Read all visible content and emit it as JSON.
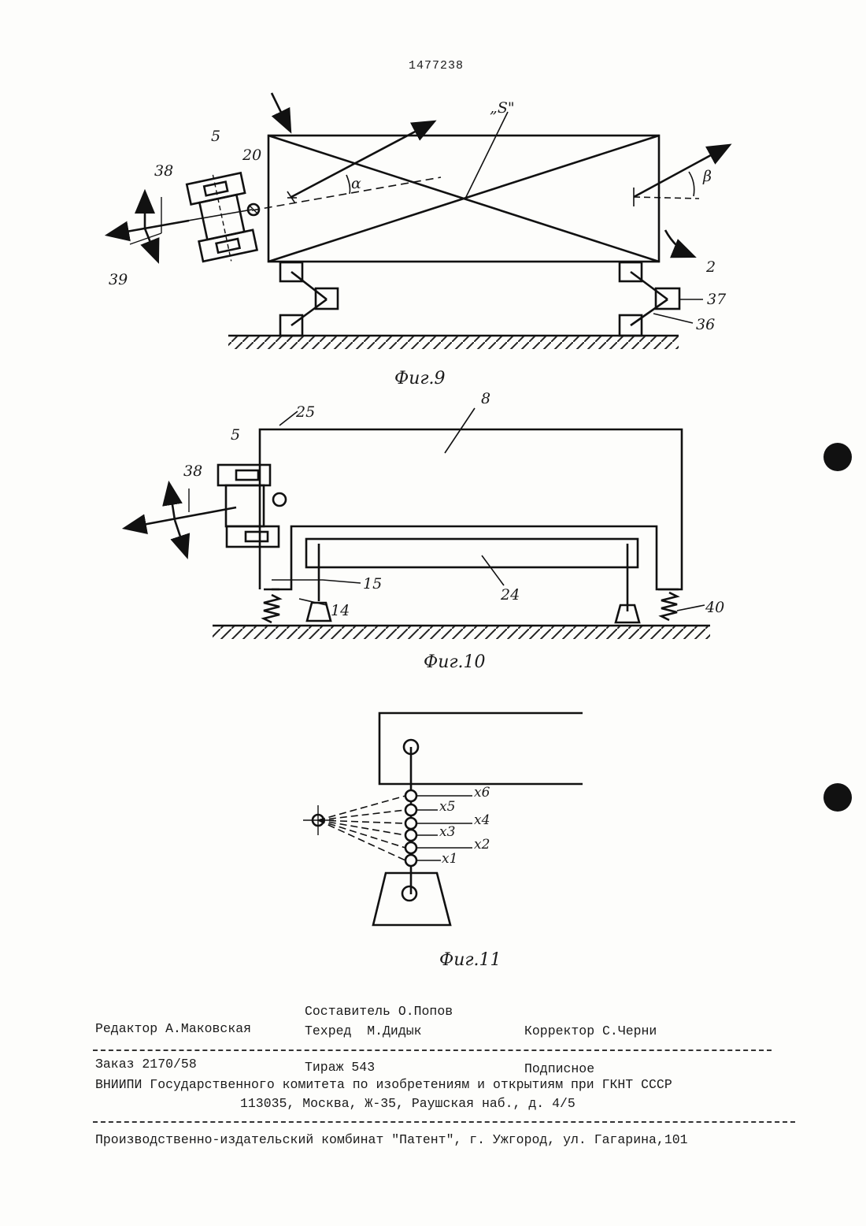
{
  "patent_number": "1477238",
  "fig9": {
    "caption": "Фиг.9",
    "labels": {
      "s": "„S\"",
      "alpha": "α",
      "beta": "β",
      "n5": "5",
      "n20": "20",
      "n38": "38",
      "n39": "39",
      "n2": "2",
      "n37": "37",
      "n36": "36"
    }
  },
  "fig10": {
    "caption": "Фиг.10",
    "labels": {
      "n25": "25",
      "n8": "8",
      "n5": "5",
      "n38": "38",
      "n15": "15",
      "n14": "14",
      "n24": "24",
      "n40": "40"
    }
  },
  "fig11": {
    "caption": "Фиг.11",
    "labels": {
      "x6": "x6",
      "x5": "x5",
      "x4": "x4",
      "x3": "x3",
      "x2": "x2",
      "x1": "x1"
    }
  },
  "imprint": {
    "compiler": "Составитель О.Попов",
    "editor": "Редактор А.Маковская",
    "techred": "Техред  М.Дидык",
    "corrector": "Корректор С.Черни",
    "order": "Заказ 2170/58",
    "circulation": "Тираж 543",
    "subscription": "Подписное",
    "org": "ВНИИПИ Государственного комитета по изобретениям и открытиям при ГКНТ СССР",
    "address": "113035, Москва, Ж-35, Раушская наб., д. 4/5",
    "printer": "Производственно-издательский комбинат \"Патент\", г. Ужгород, ул. Гагарина,101"
  }
}
